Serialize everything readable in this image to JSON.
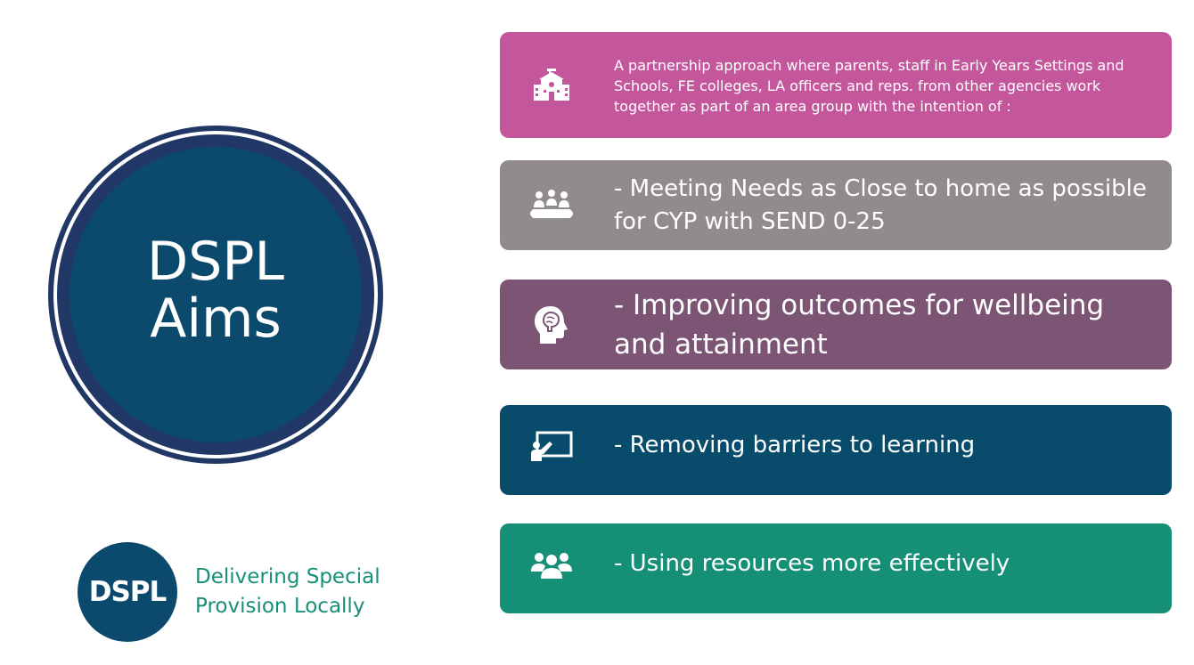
{
  "main_circle": {
    "line1": "DSPL",
    "line2": "Aims"
  },
  "logo": {
    "mark": "DSPL",
    "line1": "Delivering Special",
    "line2": "Provision Locally"
  },
  "aims": [
    {
      "icon": "school-building-icon",
      "text": "A partnership approach where parents, staff in Early Years Settings and Schools, FE colleges, LA officers and reps. from other agencies work together as part of an area group with the intention of :",
      "color": "#c4579b"
    },
    {
      "icon": "meeting-table-icon",
      "text": "- Meeting Needs as Close to home as possible for CYP with SEND 0-25",
      "color": "#928b8c"
    },
    {
      "icon": "head-brain-icon",
      "text": "- Improving outcomes for wellbeing and attainment",
      "color": "#7c5474"
    },
    {
      "icon": "presentation-board-icon",
      "text": "- Removing barriers to learning",
      "color": "#084b6b"
    },
    {
      "icon": "group-people-icon",
      "text": "- Using resources more effectively",
      "color": "#168f77"
    }
  ]
}
